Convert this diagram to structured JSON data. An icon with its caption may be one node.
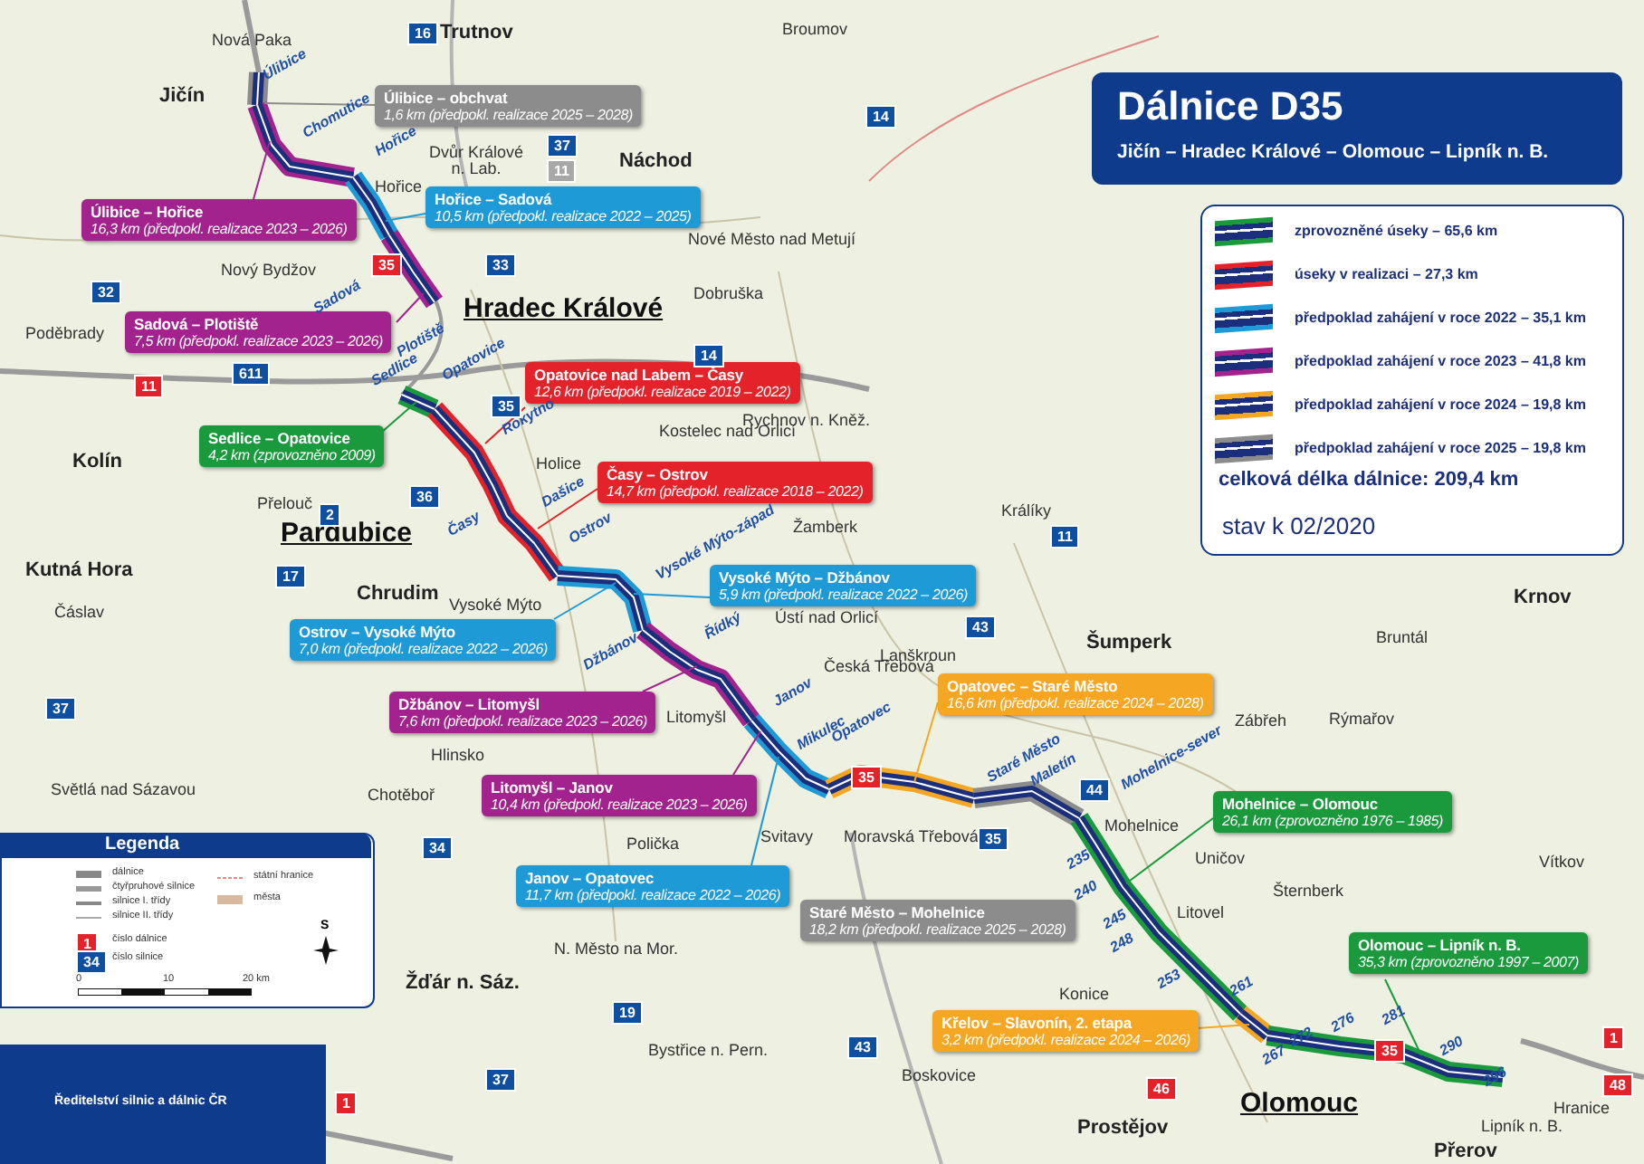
{
  "diagram": {
    "title": "Dálnice D35",
    "nodes": [
      {
        "text": [
          "Úlibice – obchvat",
          "1,6 km (předpokl. realizace 2025 – 2028)"
        ]
      },
      {
        "text": [
          "Úlibice – Hořice",
          "16,3 km (předpokl. realizace 2023 – 2026)"
        ]
      },
      {
        "text": [
          "Hořice – Sadová",
          "10,5 km (předpokl. realizace 2022 – 2025)"
        ]
      },
      {
        "text": [
          "Sadová – Plotiště",
          "7,5 km (předpokl. realizace 2023 – 2026)"
        ]
      },
      {
        "text": [
          "Opatovice nad Labem – Časy",
          "12,6 km (předpokl. realizace 2019 – 2022)"
        ]
      },
      {
        "text": [
          "Sedlice – Opatovice",
          "4,2 km (zprovozněno 2009)"
        ]
      },
      {
        "text": [
          "Časy – Ostrov",
          "14,7 km (předpokl. realizace 2018 – 2022)"
        ]
      },
      {
        "text": [
          "Vysoké Mýto – Džbánov",
          "5,9 km (předpokl. realizace 2022 – 2026)"
        ]
      },
      {
        "text": [
          "Ostrov – Vysoké Mýto",
          "7,0 km (předpokl. realizace 2022 – 2026)"
        ]
      },
      {
        "text": [
          "Džbánov – Litomyšl",
          "7,6 km (předpokl. realizace 2023 – 2026)"
        ]
      },
      {
        "text": [
          "Litomyšl – Janov",
          "10,4 km (předpokl. realizace 2023 – 2026)"
        ]
      },
      {
        "text": [
          "Janov – Opatovec",
          "11,7 km (předpokl. realizace 2022 – 2026)"
        ]
      },
      {
        "text": [
          "Opatovec – Staré Město",
          "16,6 km (předpokl. realizace 2024 – 2028)"
        ]
      },
      {
        "text": [
          "Staré Město – Mohelnice",
          "18,2 km (předpokl. realizace 2025 – 2028)"
        ]
      },
      {
        "text": [
          "Mohelnice – Olomouc",
          "26,1 km (zprovozněno 1976 – 1985)"
        ]
      },
      {
        "text": [
          "Olomouc – Lipník n. B.",
          "35,3 km (zprovozněno 1997 – 2007)"
        ]
      },
      {
        "text": [
          "Křelov – Slavonín, 2. etapa",
          "3,2 km (předpokl. realizace 2024 – 2026)"
        ]
      }
    ],
    "edges": [
      {
        "from": 0,
        "to": null,
        "arrow": "none",
        "color": "#8c8c8c"
      },
      {
        "from": 1,
        "to": null,
        "arrow": "none",
        "color": "#a3238e"
      },
      {
        "from": 2,
        "to": null,
        "arrow": "none",
        "color": "#1e9ad6"
      },
      {
        "from": 3,
        "to": null,
        "arrow": "none",
        "color": "#a3238e"
      },
      {
        "from": 4,
        "to": null,
        "arrow": "none",
        "color": "#e3222a"
      },
      {
        "from": 5,
        "to": null,
        "arrow": "none",
        "color": "#1a9a3c"
      },
      {
        "from": 6,
        "to": null,
        "arrow": "none",
        "color": "#e3222a"
      },
      {
        "from": 7,
        "to": null,
        "arrow": "none",
        "color": "#1e9ad6"
      },
      {
        "from": 8,
        "to": null,
        "arrow": "none",
        "color": "#1e9ad6"
      },
      {
        "from": 9,
        "to": null,
        "arrow": "none",
        "color": "#a3238e"
      },
      {
        "from": 10,
        "to": null,
        "arrow": "none",
        "color": "#a3238e"
      },
      {
        "from": 11,
        "to": null,
        "arrow": "none",
        "color": "#1e9ad6"
      },
      {
        "from": 12,
        "to": null,
        "arrow": "none",
        "color": "#f5a623"
      },
      {
        "from": 14,
        "to": null,
        "arrow": "none",
        "color": "#1a9a3c"
      },
      {
        "from": 15,
        "to": null,
        "arrow": "none",
        "color": "#1a9a3c"
      },
      {
        "from": 16,
        "to": null,
        "arrow": "none",
        "color": "#f5a623"
      }
    ],
    "labels": [
      "Jičín – Hradec Králové – Olomouc – Lipník n. B.",
      "celková délka dálnice: 209,4 km",
      "stav k 02/2020",
      "Legenda",
      "S",
      "0",
      "10",
      "20 km",
      "1",
      "34",
      "Ředitelství silnic a dálnic ČR",
      "Trutnov",
      "Broumov",
      "Nová Paka",
      "Jičín",
      "Dvůr Králové n. Lab.",
      "Hořice",
      "Náchod",
      "Nový Bydžov",
      "Nové Město nad Metují",
      "Dobruška",
      "Hradec Králové",
      "Poděbrady",
      "Kolín",
      "Holice",
      "Kostelec nad Orlicí",
      "Rychnov n. Kněž.",
      "Žamberk",
      "Králíky",
      "Přelouč",
      "Pardubice",
      "Kutná Hora",
      "Chrudim",
      "Čáslav",
      "Vysoké Mýto",
      "Ústí nad Orlicí",
      "Česká Třebová",
      "Lanškroun",
      "Litomyšl",
      "Hlinsko",
      "Šumperk",
      "Bruntál",
      "Krnov",
      "Zábřeh",
      "Rýmařov",
      "Mohelnice",
      "Uničov",
      "Šternberk",
      "Litovel",
      "Svitavy",
      "Moravská Třebová",
      "Polička",
      "Světlá nad Sázavou",
      "Chotěboř",
      "Vítkov",
      "Konice",
      "N. Město na Mor.",
      "Žďár n. Sáz.",
      "Bystřice n. Pern.",
      "Boskovice",
      "Prostějov",
      "Olomouc",
      "Hranice",
      "Lipník n. B.",
      "Přerov",
      "Úlibice",
      "Chomutice",
      "Hořice",
      "Sadová",
      "Plotiště",
      "Sedlice",
      "Opatovice",
      "Rokytno",
      "Časy",
      "Dašice",
      "Ostrov",
      "Vysoké Mýto-západ",
      "Džbánov",
      "Řídký",
      "Janov",
      "Mikulec",
      "Opatovec",
      "Staré Město",
      "Maletín",
      "Mohelnice-sever",
      "235",
      "240",
      "245",
      "248",
      "253",
      "261",
      "267",
      "272",
      "276",
      "281",
      "290",
      "296",
      "35",
      "35",
      "35",
      "11",
      "1",
      "1",
      "46",
      "48",
      "16",
      "14",
      "37",
      "11",
      "33",
      "32",
      "611",
      "14",
      "35",
      "17",
      "2",
      "36",
      "43",
      "11",
      "44",
      "37",
      "34",
      "35",
      "19",
      "43",
      "37"
    ],
    "legend": [
      {
        "text": "zprovozněné úseky – 65,6 km",
        "color": "#1a9a3c"
      },
      {
        "text": "úseky v realizaci – 27,3 km",
        "color": "#e3222a"
      },
      {
        "text": "předpoklad zahájení v roce 2022 – 35,1 km",
        "color": "#1e9ad6"
      },
      {
        "text": "předpoklad zahájení v roce 2023 – 41,8 km",
        "color": "#a3238e"
      },
      {
        "text": "předpoklad zahájení v roce 2024 – 19,8 km",
        "color": "#f5a623"
      },
      {
        "text": "předpoklad zahájení v roce 2025 – 19,8 km",
        "color": "#8c8c8c"
      },
      {
        "text": "dálnice"
      },
      {
        "text": "čtyřpruhové silnice"
      },
      {
        "text": "silnice I. třídy"
      },
      {
        "text": "silnice II. třídy"
      },
      {
        "text": "státní hranice"
      },
      {
        "text": "města"
      },
      {
        "text": "číslo dálnice"
      },
      {
        "text": "číslo silnice"
      }
    ]
  }
}
